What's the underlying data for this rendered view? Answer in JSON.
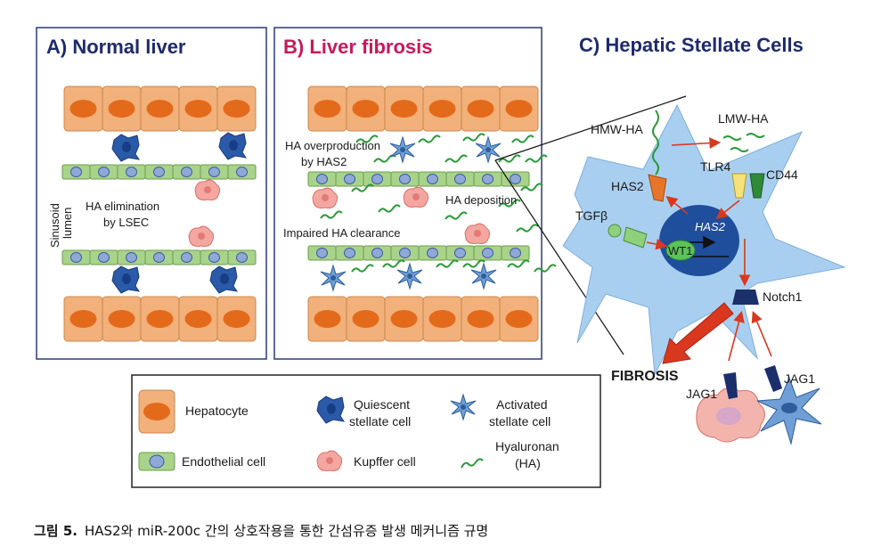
{
  "panels": {
    "a_title": "A) Normal liver",
    "b_title": "B) Liver fibrosis",
    "c_title": "C) Hepatic Stellate Cells"
  },
  "colors": {
    "title_navy": "#1f2a6b",
    "title_magenta": "#c8195a",
    "hepatocyte_fill": "#f2b07a",
    "hepatocyte_nucleus": "#e46a1b",
    "endothelial_fill": "#a9d38a",
    "endothelial_nucleus": "#8fa8d8",
    "quiescent_cell": "#2a5aa8",
    "hsc_body": "#a9cff0",
    "ha_green": "#2a9a3a",
    "arrow_red": "#d9381e"
  },
  "panel_a": {
    "sinusoid_label_1": "Sinusoid",
    "sinusoid_label_2": "lumen",
    "ha_elim_1": "HA elimination",
    "ha_elim_2": "by LSEC"
  },
  "panel_b": {
    "overprod_1": "HA overproduction",
    "overprod_2": "by HAS2",
    "deposition": "HA deposition",
    "impaired": "Impaired HA clearance"
  },
  "panel_c": {
    "hmw": "HMW-HA",
    "lmw": "LMW-HA",
    "tlr4": "TLR4",
    "cd44": "CD44",
    "has2": "HAS2",
    "tgfb": "TGFβ",
    "has2_gene": "HAS2",
    "wt1": "WT1",
    "notch1": "Notch1",
    "fibrosis": "FIBROSIS",
    "jag1_left": "JAG1",
    "jag1_right": "JAG1"
  },
  "legend": {
    "hepatocyte": "Hepatocyte",
    "quiescent_1": "Quiescent",
    "quiescent_2": "stellate cell",
    "activated_1": "Activated",
    "activated_2": "stellate cell",
    "endothelial": "Endothelial cell",
    "kupffer": "Kupffer cell",
    "hyaluronan_1": "Hyaluronan",
    "hyaluronan_2": "(HA)"
  },
  "caption": {
    "label": "그림 5.",
    "text": "HAS2와 miR-200c 간의 상호작용을 통한 간섬유증 발생 메커니즘 규명"
  }
}
